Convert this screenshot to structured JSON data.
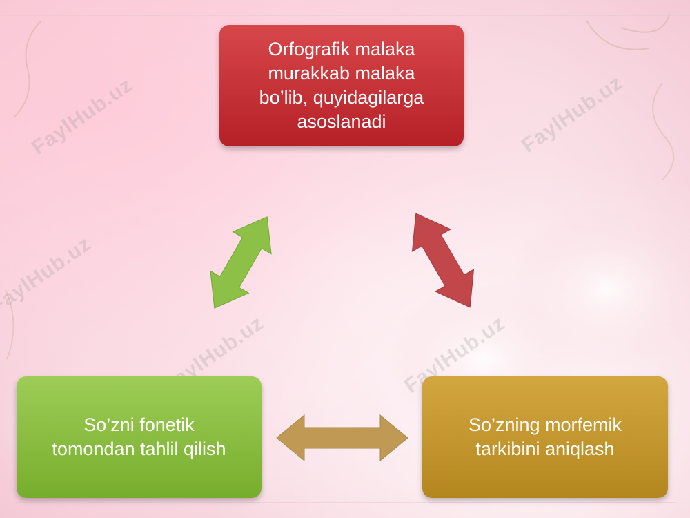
{
  "diagram": {
    "top_box": "Orfografik malaka\nmurakkab malaka\nbo’lib, quyidagilarga\nasoslanadi",
    "left_box": "So’zni fonetik\ntomondan tahlil qilish",
    "right_box": "So’zning morfemik\ntarkibini aniqlash"
  },
  "colors": {
    "top": "#c1292e",
    "left": "#86bb3b",
    "right": "#c1952c",
    "arrow_left": "#8dc046",
    "arrow_right": "#c2474b",
    "arrow_bottom": "#c09a55"
  },
  "watermark": {
    "text": "FaylHub.uz"
  }
}
